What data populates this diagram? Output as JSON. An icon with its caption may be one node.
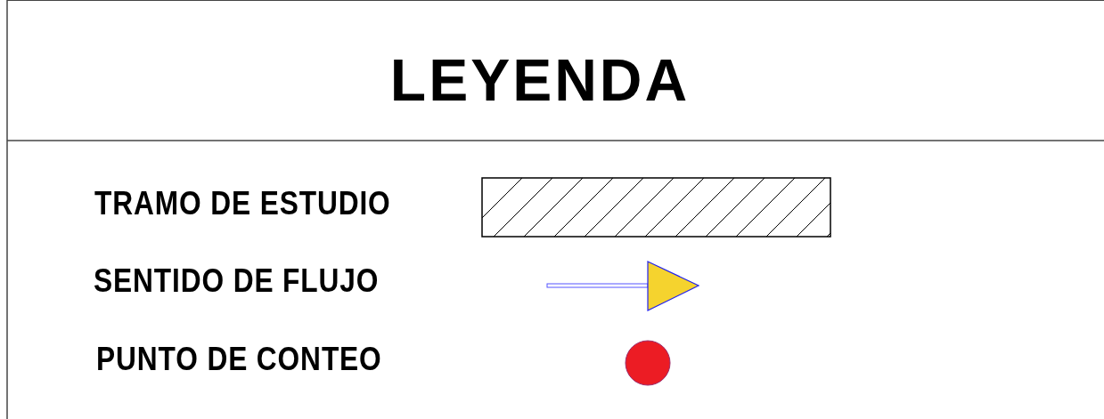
{
  "diagram": {
    "title": "LEYENDA",
    "legend": [
      {
        "text": "TRAMO DE ESTUDIO"
      },
      {
        "text": "SENTIDO DE FLUJO"
      },
      {
        "text": "PUNTO DE CONTEO"
      }
    ]
  }
}
